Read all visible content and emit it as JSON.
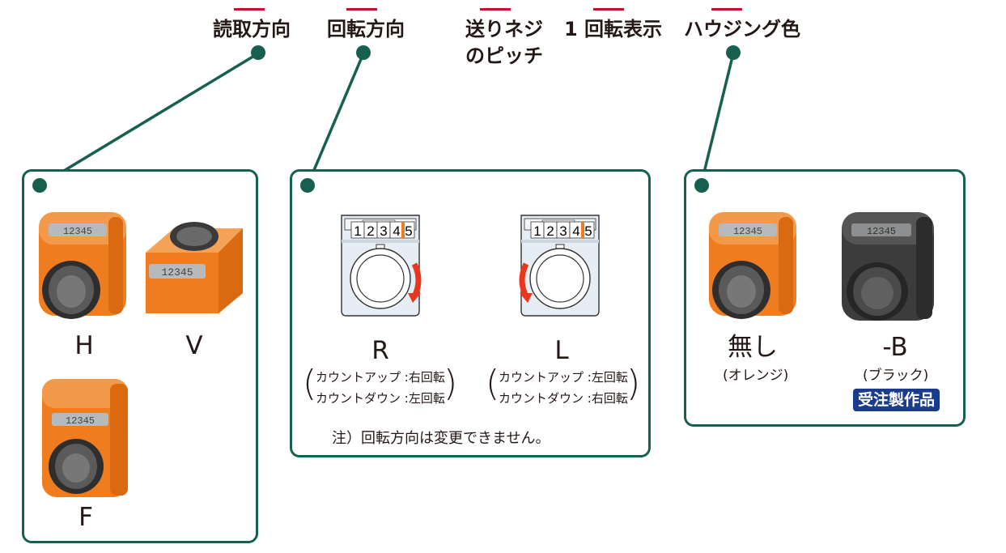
{
  "headers": {
    "reading_direction": "読取方向",
    "rotation_direction": "回転方向",
    "screw_pitch_line1": "送りネジ",
    "screw_pitch_line2": "のピッチ",
    "per_revolution": "1 回転表示",
    "housing_color": "ハウジング色"
  },
  "reading_box": {
    "items": [
      {
        "label": "H",
        "counter": "12345"
      },
      {
        "label": "V",
        "counter": "12345"
      },
      {
        "label": "F",
        "counter": "12345"
      }
    ]
  },
  "rotation_box": {
    "items": [
      {
        "label": "R",
        "count_up": "カウントアップ :右回転",
        "count_down": "カウントダウン :左回転",
        "digits": [
          "1",
          "2",
          "3",
          "4",
          "5"
        ]
      },
      {
        "label": "L",
        "count_up": "カウントアップ :左回転",
        "count_down": "カウントダウン :右回転",
        "digits": [
          "1",
          "2",
          "3",
          "4",
          "5"
        ]
      }
    ],
    "note": "注）回転方向は変更できません。"
  },
  "color_box": {
    "items": [
      {
        "label": "無し",
        "sub": "(オレンジ)",
        "counter": "12345"
      },
      {
        "label": "-B",
        "sub": "(ブラック)",
        "badge": "受注製作品",
        "counter": "12345"
      }
    ]
  },
  "colors": {
    "accent_green": "#17604f",
    "header_bar": "#c8102e",
    "orange_housing": "#ef7d1f",
    "black_housing": "#3c3c3c",
    "arrow_red": "#e8371c",
    "badge_blue": "#1a3c8c"
  }
}
